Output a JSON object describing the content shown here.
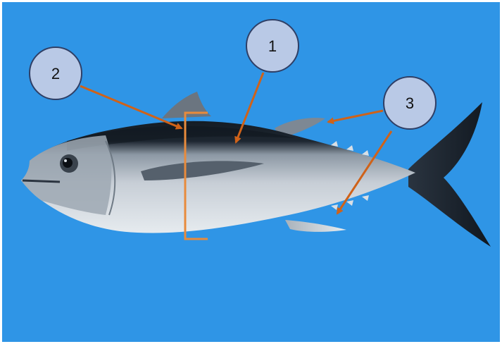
{
  "diagram": {
    "subject": "tuna",
    "colors": {
      "background": "#2f95e6",
      "callout_fill": "#b9c9e6",
      "callout_stroke": "#2f3f66",
      "arrow": "#cf6219",
      "bracket": "#e88b3c",
      "fish_back": "#1d2630",
      "fish_belly": "#dce3ea",
      "fish_silver": "#b7c0c8"
    },
    "callouts": [
      {
        "id": "1",
        "label": "1"
      },
      {
        "id": "2",
        "label": "2"
      },
      {
        "id": "3",
        "label": "3"
      }
    ]
  }
}
